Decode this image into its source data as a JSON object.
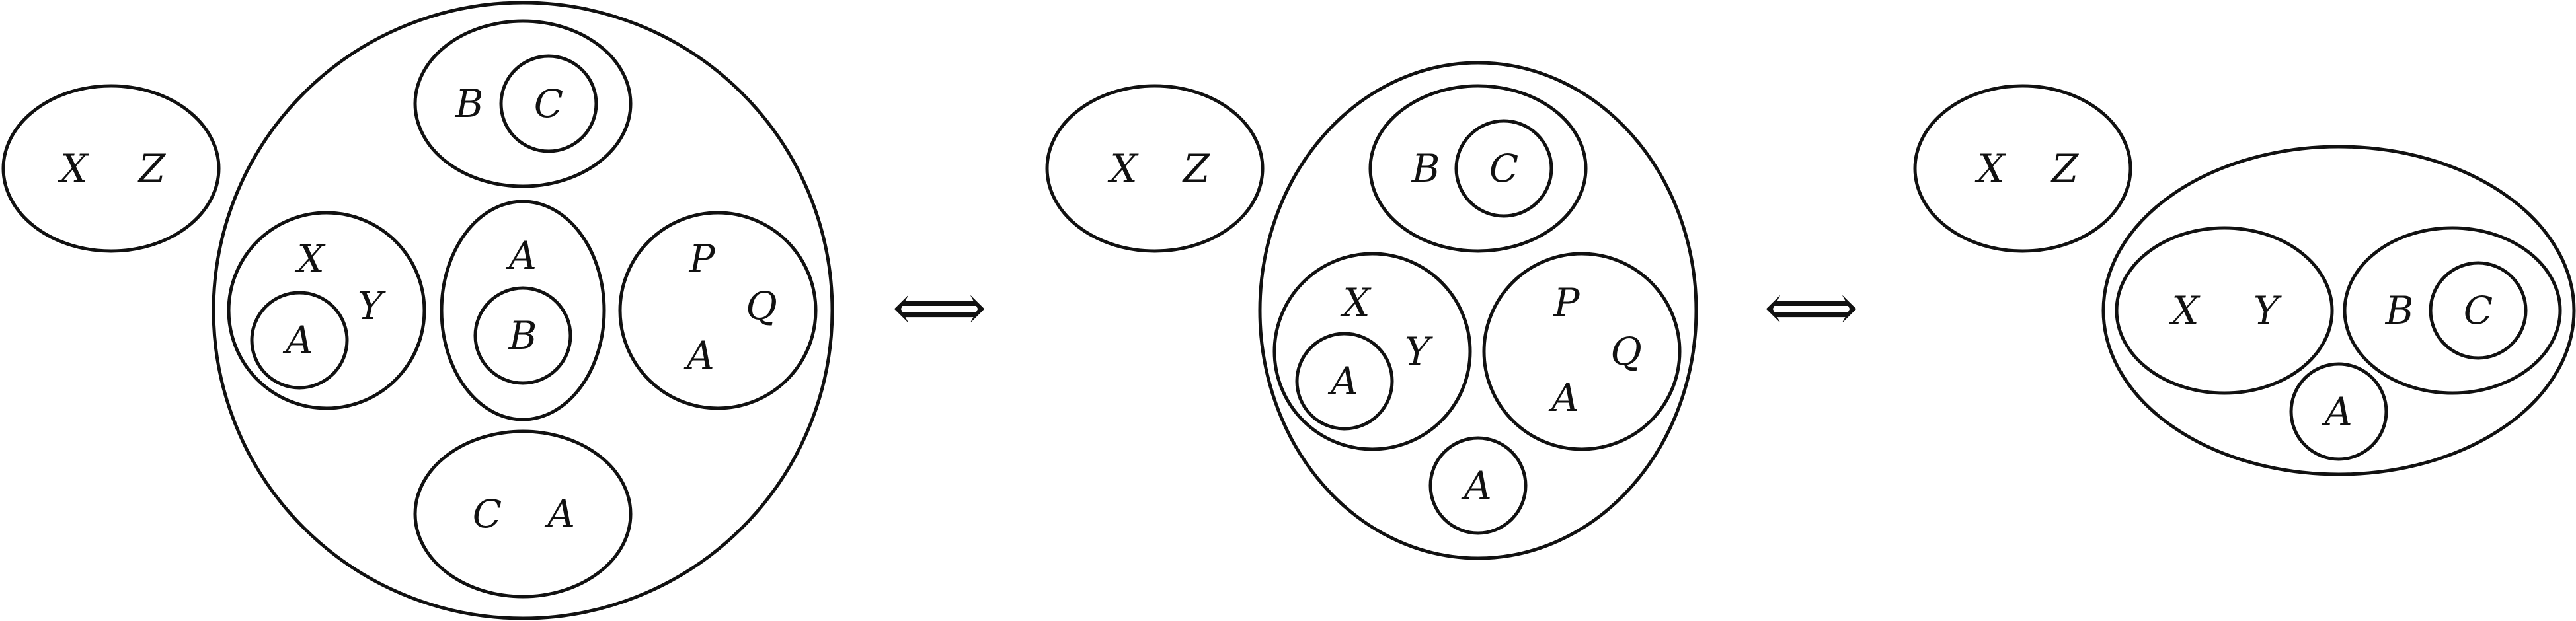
{
  "colors": {
    "stroke": "#111111",
    "background": "#ffffff"
  },
  "panels": [
    {
      "outside_set": [
        "X",
        "Z"
      ],
      "main_members": [
        [
          "B",
          "C"
        ],
        [
          "X",
          "Y",
          "A"
        ],
        [
          "A",
          "B"
        ],
        [
          "P",
          "Q",
          "A"
        ],
        [
          "C",
          "A"
        ]
      ]
    },
    {
      "outside_set": [
        "X",
        "Z"
      ],
      "main_members": [
        [
          "B",
          "C"
        ],
        [
          "X",
          "Y",
          "A"
        ],
        [
          "P",
          "Q",
          "A"
        ],
        [
          "A"
        ]
      ]
    },
    {
      "outside_set": [
        "X",
        "Z"
      ],
      "main_members": [
        [
          "X",
          "Y"
        ],
        [
          "B",
          "C"
        ],
        [
          "A"
        ]
      ]
    }
  ],
  "connectors": [
    "⟺",
    "⟺"
  ]
}
